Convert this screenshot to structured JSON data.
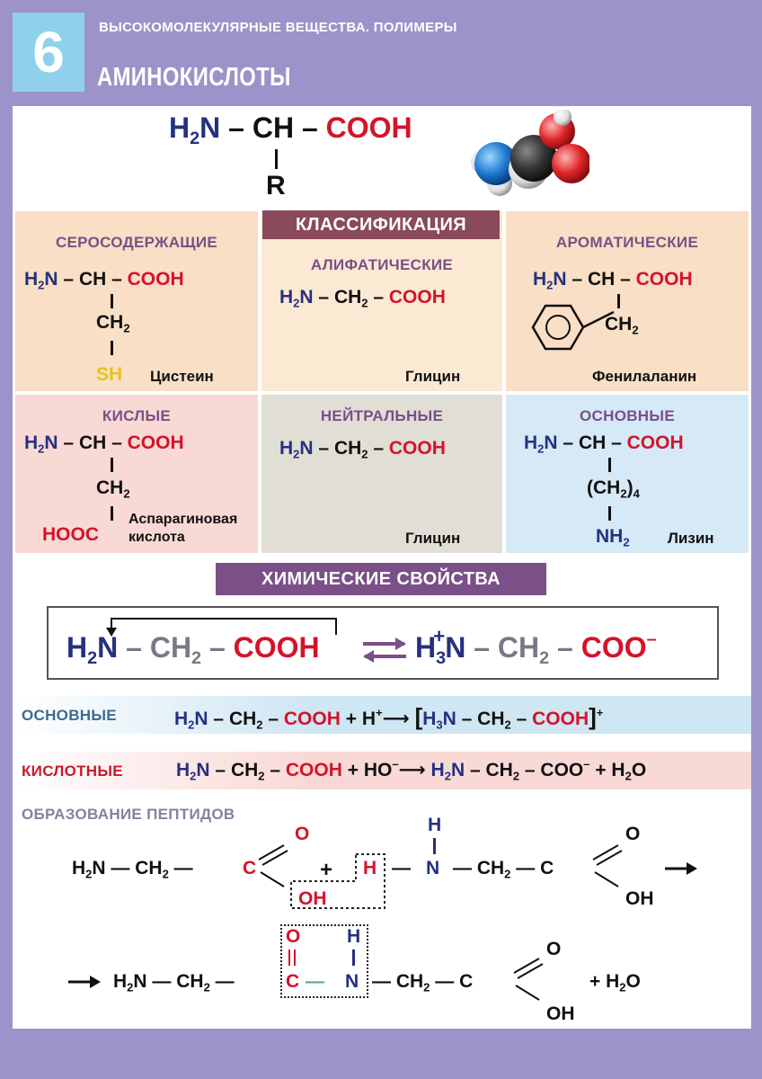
{
  "header": {
    "number": "6",
    "subject": "ВЫСОКОМОЛЕКУЛЯРНЫЕ ВЕЩЕСТВА. ПОЛИМЕРЫ",
    "topic": "АМИНОКИСЛОТЫ"
  },
  "general_formula": {
    "amine": "H2N",
    "ch": "CH",
    "cooh": "COOH",
    "r": "R"
  },
  "classification": {
    "title": "КЛАССИФИКАЦИЯ",
    "groups": [
      {
        "title": "СЕРОСОДЕРЖАЩИЕ",
        "example": "Цистеин",
        "side_group": "SH"
      },
      {
        "title": "АЛИФАТИЧЕСКИЕ",
        "example": "Глицин"
      },
      {
        "title": "АРОМАТИЧЕСКИЕ",
        "example": "Фенилаланин"
      },
      {
        "title": "КИСЛЫЕ",
        "example_line1": "Аспарагиновая",
        "example_line2": "кислота",
        "side_group": "HOOC"
      },
      {
        "title": "НЕЙТРАЛЬНЫЕ",
        "example": "Глицин"
      },
      {
        "title": "ОСНОВНЫЕ",
        "example": "Лизин"
      }
    ]
  },
  "properties": {
    "title": "ХИМИЧЕСКИЕ СВОЙСТВА",
    "basic_label": "ОСНОВНЫЕ",
    "acidic_label": "КИСЛОТНЫЕ",
    "peptide_label": "ОБРАЗОВАНИЕ ПЕПТИДОВ"
  },
  "colors": {
    "background": "#9b93c9",
    "amine_blue": "#25307e",
    "acid_red": "#d4132a",
    "sulfur_yellow": "#e8c31c",
    "banner_red": "#8b4a5a",
    "banner_purple": "#7b4f87"
  }
}
